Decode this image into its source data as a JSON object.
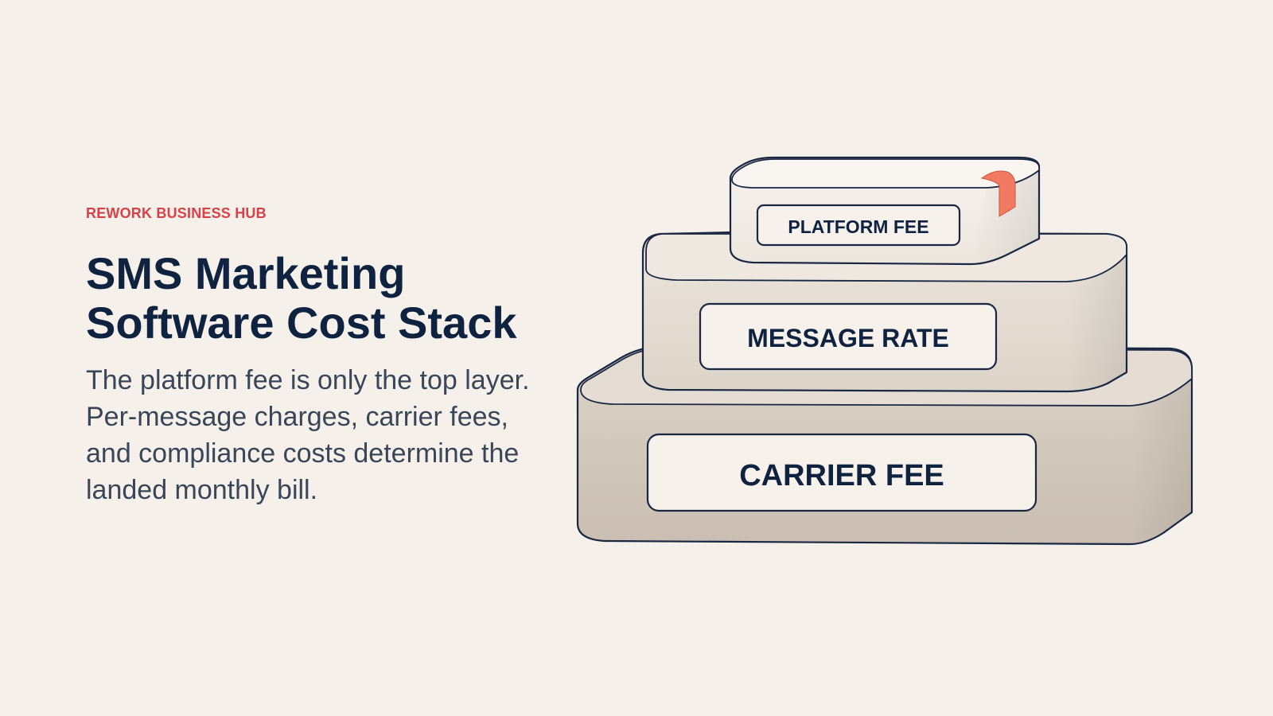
{
  "header": {
    "eyebrow": "REWORK BUSINESS HUB",
    "title_line1": "SMS Marketing",
    "title_line2": "Software Cost Stack",
    "subtitle": "The platform fee is only the top layer. Per-message charges, carrier fees, and compliance costs determine the landed monthly bill."
  },
  "stack": {
    "layers": [
      {
        "label": "PLATFORM FEE"
      },
      {
        "label": "MESSAGE RATE"
      },
      {
        "label": "CARRIER FEE"
      }
    ]
  },
  "colors": {
    "background": "#f5f1ea",
    "navy": "#0f2340",
    "accent_red": "#d9414a",
    "bookmark": "#f27a63",
    "top_block": "#f2ece4",
    "middle_block": "#e6ddd2",
    "bottom_block": "#d2c7bb"
  }
}
